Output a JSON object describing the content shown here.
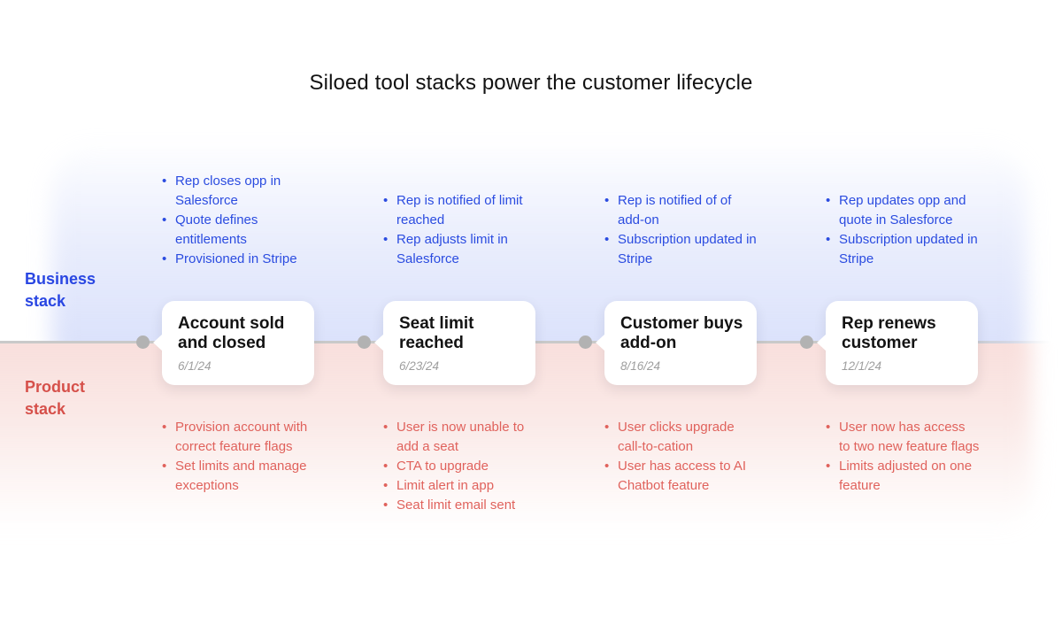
{
  "title": "Siloed tool stacks power the customer lifecycle",
  "lanes": {
    "business": {
      "label": "Business stack"
    },
    "product": {
      "label": "Product stack"
    }
  },
  "milestones": [
    {
      "title": "Account sold and closed",
      "date": "6/1/24",
      "business_items": [
        "Rep closes opp in Salesforce",
        "Quote defines entitlements",
        "Provisioned in Stripe"
      ],
      "product_items": [
        "Provision account with correct feature flags",
        "Set limits and manage exceptions"
      ]
    },
    {
      "title": "Seat limit reached",
      "date": "6/23/24",
      "business_items": [
        "Rep is notified of limit reached",
        "Rep adjusts limit in Salesforce"
      ],
      "product_items": [
        "User is now unable to add a seat",
        "CTA to upgrade",
        "Limit alert in app",
        "Seat limit email sent"
      ]
    },
    {
      "title": "Customer buys add-on",
      "date": "8/16/24",
      "business_items": [
        "Rep is notified of of add-on",
        "Subscription updated in Stripe"
      ],
      "product_items": [
        "User clicks upgrade call-to-cation",
        "User has access to AI Chatbot feature"
      ]
    },
    {
      "title": "Rep renews customer",
      "date": "12/1/24",
      "business_items": [
        "Rep updates opp and quote in Salesforce",
        "Subscription updated in Stripe"
      ],
      "product_items": [
        "User now has access to two new feature flags",
        "Limits adjusted on one feature"
      ]
    }
  ],
  "colors": {
    "blue": "#2946e2",
    "blue-text": "#2b4ce0",
    "red-label": "#d6504a",
    "red-text": "#e0625c",
    "card-title": "#131313",
    "date": "#9e9e9e",
    "dot": "#b2b2b2",
    "line": "#c9c9c9",
    "bg-blue": "#d9e1fa",
    "bg-pink": "#f7d8d5"
  }
}
